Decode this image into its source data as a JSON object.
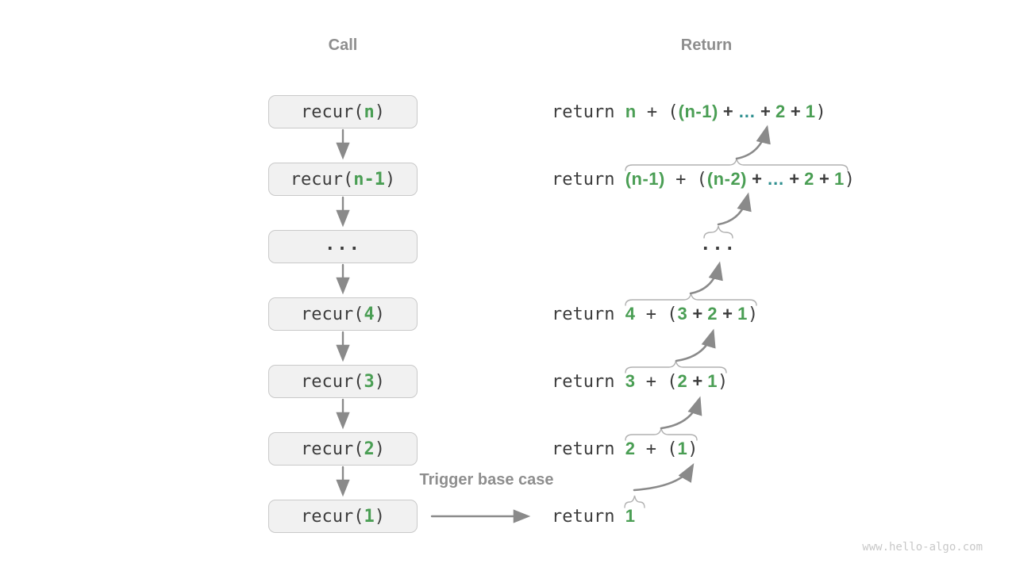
{
  "titles": {
    "call": "Call",
    "ret": "Return"
  },
  "labels": {
    "trigger": "Trigger base case"
  },
  "watermark": "www.hello-algo.com",
  "colors": {
    "green": "#4a9e54",
    "teal": "#2e8f8f",
    "dark": "#3c3c3c",
    "gray_label": "#8e8e8e",
    "arrow_gray": "#8a8a8a",
    "brace_gray": "#b0b0b0",
    "box_bg": "#f1f1f1",
    "box_border": "#c9c9c9",
    "watermark_gray": "#c8c8c8"
  },
  "call_stack": [
    {
      "text": "recur(n)",
      "tokens": [
        {
          "t": "recur(",
          "c": "m"
        },
        {
          "t": "n",
          "c": "gm"
        },
        {
          "t": ")",
          "c": "m"
        }
      ]
    },
    {
      "text": "recur(n-1)",
      "tokens": [
        {
          "t": "recur(",
          "c": "m"
        },
        {
          "t": "n-1",
          "c": "gm"
        },
        {
          "t": ")",
          "c": "m"
        }
      ]
    },
    {
      "text": "...",
      "tokens": [
        {
          "t": "...",
          "c": "dots"
        }
      ]
    },
    {
      "text": "recur(4)",
      "tokens": [
        {
          "t": "recur(",
          "c": "m"
        },
        {
          "t": "4",
          "c": "gm"
        },
        {
          "t": ")",
          "c": "m"
        }
      ]
    },
    {
      "text": "recur(3)",
      "tokens": [
        {
          "t": "recur(",
          "c": "m"
        },
        {
          "t": "3",
          "c": "gm"
        },
        {
          "t": ")",
          "c": "m"
        }
      ]
    },
    {
      "text": "recur(2)",
      "tokens": [
        {
          "t": "recur(",
          "c": "m"
        },
        {
          "t": "2",
          "c": "gm"
        },
        {
          "t": ")",
          "c": "m"
        }
      ]
    },
    {
      "text": "recur(1)",
      "tokens": [
        {
          "t": "recur(",
          "c": "m"
        },
        {
          "t": "1",
          "c": "gm"
        },
        {
          "t": ")",
          "c": "m"
        }
      ]
    }
  ],
  "return_rows": [
    {
      "text": "return n + ((n-1) + … + 2 + 1)",
      "tokens": [
        {
          "t": "return ",
          "c": "kw"
        },
        {
          "t": "n",
          "c": "gs"
        },
        {
          "t": " + (",
          "c": "m"
        },
        {
          "t": "(n-1)",
          "c": "gs"
        },
        {
          "t": " + ",
          "c": "ds"
        },
        {
          "t": "…",
          "c": "es"
        },
        {
          "t": " + ",
          "c": "ds"
        },
        {
          "t": "2",
          "c": "gs"
        },
        {
          "t": " + ",
          "c": "ds"
        },
        {
          "t": "1",
          "c": "gs"
        },
        {
          "t": ")",
          "c": "m"
        }
      ]
    },
    {
      "text": "return (n-1) + ((n-2) + … + 2 + 1)",
      "tokens": [
        {
          "t": "return ",
          "c": "kw"
        },
        {
          "t": "(n-1)",
          "c": "gs"
        },
        {
          "t": " + (",
          "c": "m"
        },
        {
          "t": "(n-2)",
          "c": "gs"
        },
        {
          "t": " + ",
          "c": "ds"
        },
        {
          "t": "…",
          "c": "es"
        },
        {
          "t": " + ",
          "c": "ds"
        },
        {
          "t": "2",
          "c": "gs"
        },
        {
          "t": " + ",
          "c": "ds"
        },
        {
          "t": "1",
          "c": "gs"
        },
        {
          "t": ")",
          "c": "m"
        }
      ]
    },
    {
      "text": "...",
      "tokens": [
        {
          "t": "...",
          "c": "dots"
        }
      ]
    },
    {
      "text": "return 4 + (3 + 2 + 1)",
      "tokens": [
        {
          "t": "return ",
          "c": "kw"
        },
        {
          "t": "4",
          "c": "gs"
        },
        {
          "t": " + (",
          "c": "m"
        },
        {
          "t": "3",
          "c": "gs"
        },
        {
          "t": " + ",
          "c": "ds"
        },
        {
          "t": "2",
          "c": "gs"
        },
        {
          "t": " + ",
          "c": "ds"
        },
        {
          "t": "1",
          "c": "gs"
        },
        {
          "t": ")",
          "c": "m"
        }
      ]
    },
    {
      "text": "return 3 + (2 + 1)",
      "tokens": [
        {
          "t": "return ",
          "c": "kw"
        },
        {
          "t": "3",
          "c": "gs"
        },
        {
          "t": " + (",
          "c": "m"
        },
        {
          "t": "2",
          "c": "gs"
        },
        {
          "t": " + ",
          "c": "ds"
        },
        {
          "t": "1",
          "c": "gs"
        },
        {
          "t": ")",
          "c": "m"
        }
      ]
    },
    {
      "text": "return 2 + (1)",
      "tokens": [
        {
          "t": "return ",
          "c": "kw"
        },
        {
          "t": "2",
          "c": "gs"
        },
        {
          "t": " + (",
          "c": "m"
        },
        {
          "t": "1",
          "c": "gs"
        },
        {
          "t": ")",
          "c": "m"
        }
      ]
    },
    {
      "text": "return 1",
      "tokens": [
        {
          "t": "return ",
          "c": "kw"
        },
        {
          "t": "1",
          "c": "gs"
        }
      ]
    }
  ]
}
